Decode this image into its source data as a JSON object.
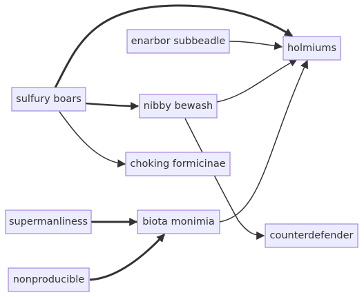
{
  "nodes": {
    "sulfury_boars": "sulfury boars",
    "enarbor_subbeadle": "enarbor subbeadle",
    "holmiums": "holmiums",
    "nibby_bewash": "nibby bewash",
    "choking_formicinae": "choking formicinae",
    "supermanliness": "supermanliness",
    "biota_monimia": "biota monimia",
    "counterdefender": "counterdefender",
    "nonproducible": "nonproducible"
  },
  "edges": [
    {
      "from": "sulfury boars",
      "to": "holmiums"
    },
    {
      "from": "enarbor subbeadle",
      "to": "holmiums"
    },
    {
      "from": "sulfury boars",
      "to": "nibby bewash"
    },
    {
      "from": "nibby bewash",
      "to": "holmiums"
    },
    {
      "from": "sulfury boars",
      "to": "choking formicinae"
    },
    {
      "from": "nibby bewash",
      "to": "counterdefender"
    },
    {
      "from": "supermanliness",
      "to": "biota monimia"
    },
    {
      "from": "biota monimia",
      "to": "holmiums"
    },
    {
      "from": "nonproducible",
      "to": "biota monimia"
    }
  ]
}
